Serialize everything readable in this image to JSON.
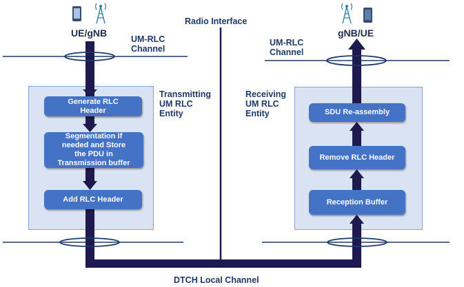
{
  "colors": {
    "primary_box": "#4472c4",
    "entity_fill": "#dae3f3",
    "arrow": "#1e1a4d",
    "text": "#1f3864"
  },
  "nodes": {
    "left_title": "UE/gNB",
    "right_title": "gNB/UE",
    "left_icons": [
      "phone-icon",
      "antenna-tower-icon"
    ],
    "right_icons": [
      "antenna-tower-icon",
      "phone-icon"
    ]
  },
  "labels": {
    "radio_interface": "Radio Interface",
    "um_rlc_left": "UM-RLC\nChannel",
    "um_rlc_right": "UM-RLC\nChannel",
    "transmitting_entity": "Transmitting\nUM RLC\nEntity",
    "receiving_entity": "Receiving\nUM RLC\nEntity",
    "dtch": "DTCH Local Channel"
  },
  "transmitting_steps": [
    "Generate RLC\nHeader",
    "Segmentation if\nneeded and Store\nthe PDU in\nTransmission buffer",
    "Add RLC Header"
  ],
  "receiving_steps": [
    "SDU Re-assembly",
    "Remove RLC Header",
    "Reception Buffer"
  ]
}
